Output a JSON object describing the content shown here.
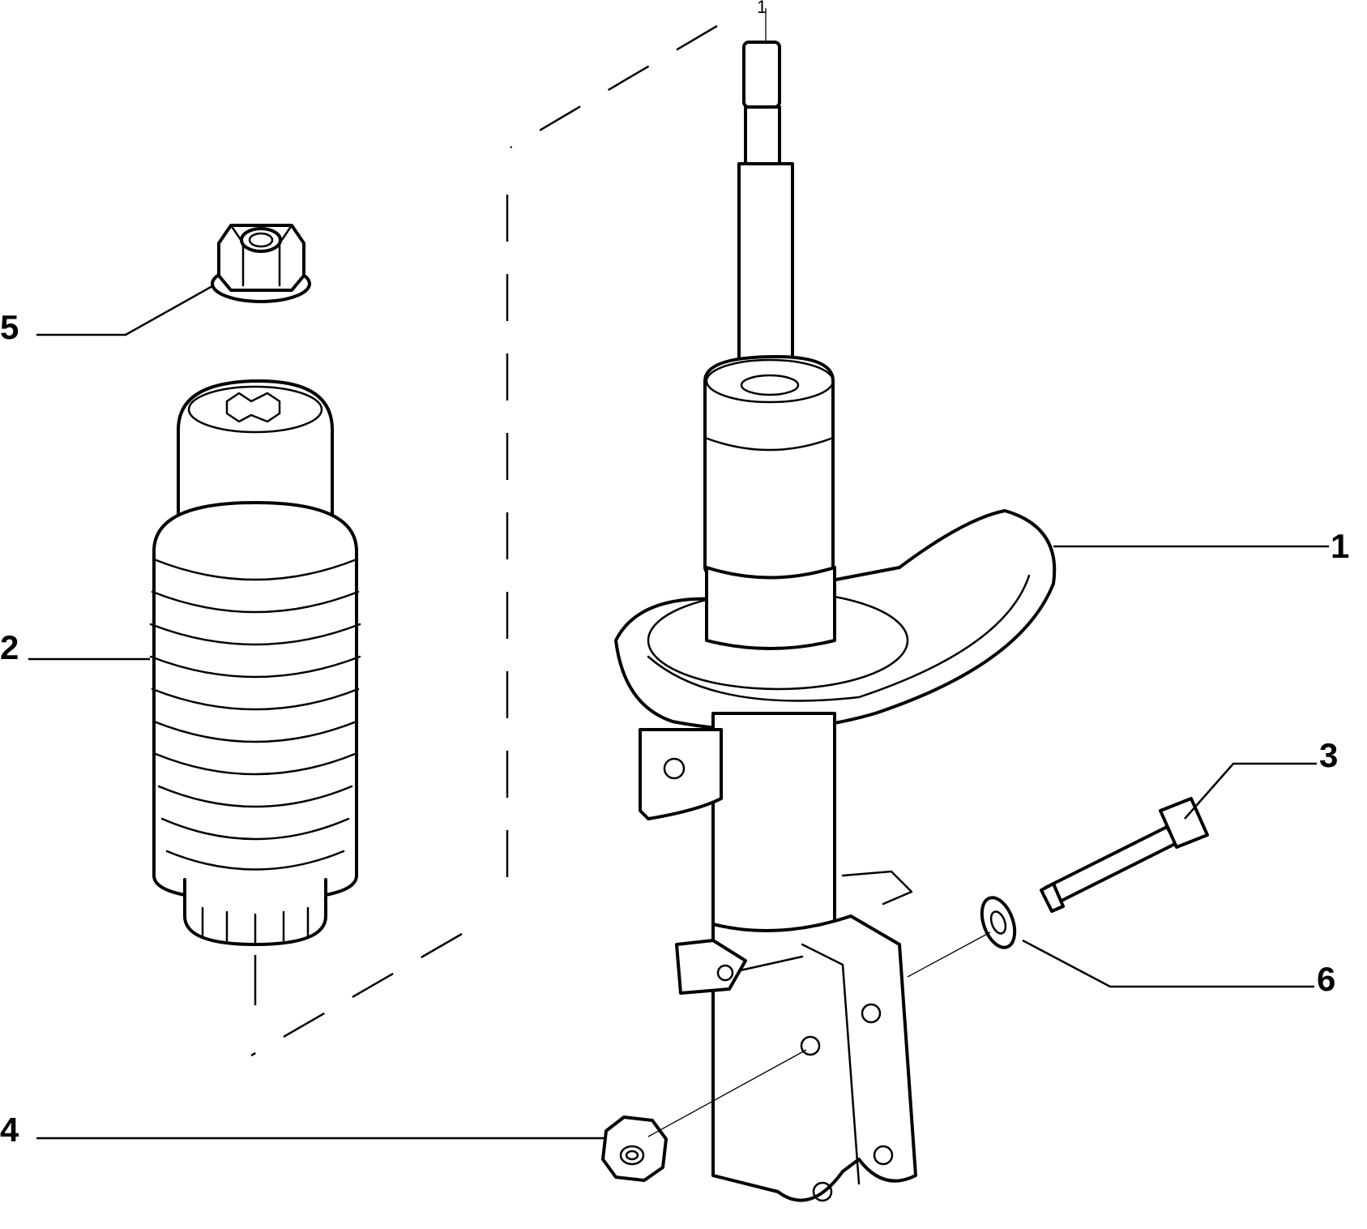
{
  "callouts": [
    {
      "id": "1",
      "part": "shock-absorber-strut"
    },
    {
      "id": "2",
      "part": "dust-boot-bellows"
    },
    {
      "id": "3",
      "part": "bolt"
    },
    {
      "id": "4",
      "part": "flange-nut"
    },
    {
      "id": "5",
      "part": "top-flange-nut"
    },
    {
      "id": "6",
      "part": "washer"
    }
  ],
  "top_callout": "1"
}
